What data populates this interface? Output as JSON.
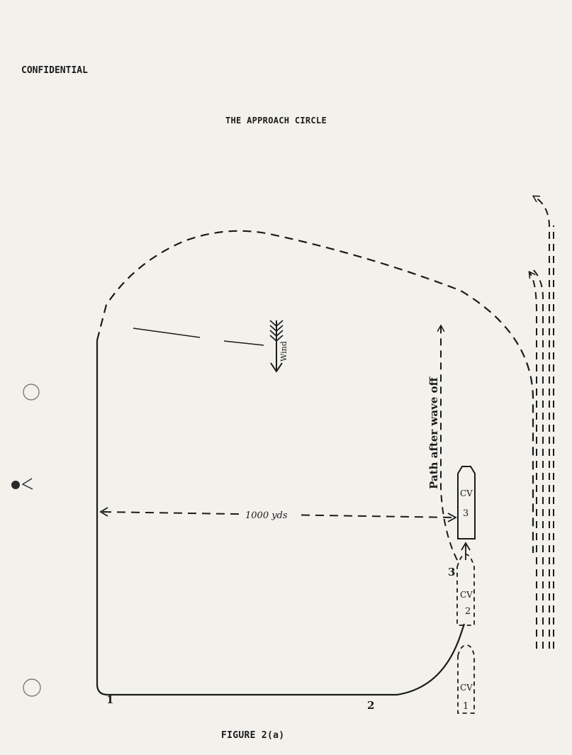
{
  "header": {
    "classification": "CONFIDENTIAL",
    "title": "THE APPROACH CIRCLE"
  },
  "diagram": {
    "wind_label": "Wind",
    "distance_label": "1000 yds",
    "waveoff_label": "Path after wave off",
    "carrier_label": "CV",
    "carrier_positions": [
      "1",
      "2",
      "3"
    ],
    "pattern_points": [
      "1",
      "2",
      "3"
    ]
  },
  "caption": "FIGURE 2(a)",
  "colors": {
    "paper": "#f2f1ec",
    "ink": "#1b1b1b"
  }
}
